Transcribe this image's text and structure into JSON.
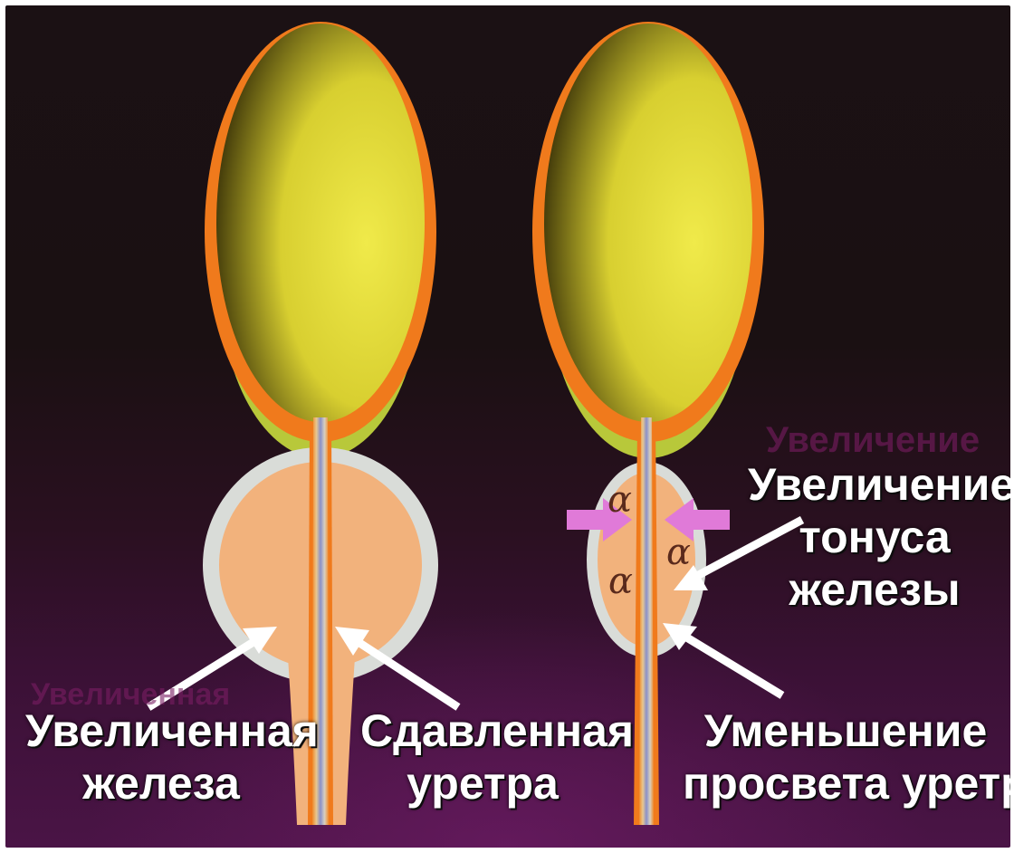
{
  "colors": {
    "background": "#1a1012",
    "bladder_fill": "#e7df3c",
    "bladder_wall": "#f07a1c",
    "gland_fill": "#f2b27c",
    "gland_capsule": "#d9dcd8",
    "arrow_white": "#ffffff",
    "alpha_arrow": "#e07ad8",
    "label_text": "#ffffff"
  },
  "alpha_symbol": "α",
  "labels": {
    "enlarged_gland": [
      "Увеличенная",
      "железа"
    ],
    "compressed_urethra": [
      "Сдавленная",
      "уретра"
    ],
    "increased_tone": [
      "Увеличение",
      "тонуса",
      "железы"
    ],
    "reduced_lumen": [
      "Уменьшение",
      "просвета уретры"
    ]
  }
}
